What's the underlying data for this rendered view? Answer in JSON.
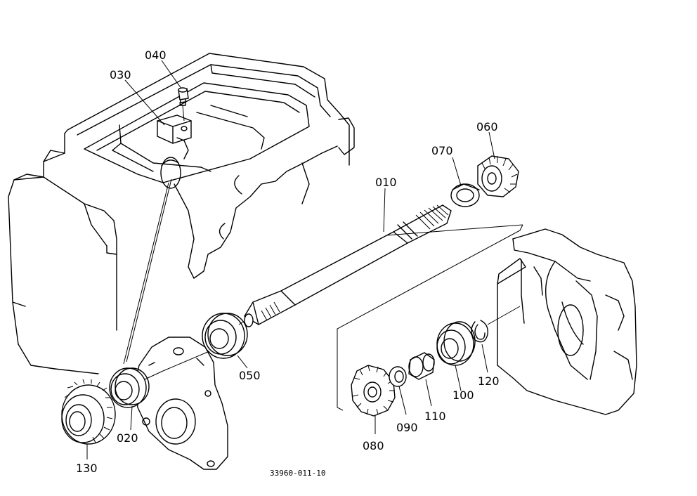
{
  "parts": [
    {
      "id": "p010",
      "label": "010",
      "name": "main-shaft"
    },
    {
      "id": "p020",
      "label": "020",
      "name": "ball-bearing-front"
    },
    {
      "id": "p030",
      "label": "030",
      "name": "bracket"
    },
    {
      "id": "p040",
      "label": "040",
      "name": "bolt"
    },
    {
      "id": "p050",
      "label": "050",
      "name": "ball-bearing-center"
    },
    {
      "id": "p060",
      "label": "060",
      "name": "bevel-pinion-gear"
    },
    {
      "id": "p070",
      "label": "070",
      "name": "collar"
    },
    {
      "id": "p080",
      "label": "080",
      "name": "spur-gear"
    },
    {
      "id": "p090",
      "label": "090",
      "name": "thrust-washer"
    },
    {
      "id": "p100",
      "label": "100",
      "name": "ball-bearing-rear"
    },
    {
      "id": "p110",
      "label": "110",
      "name": "spacer-collar"
    },
    {
      "id": "p120",
      "label": "120",
      "name": "snap-ring"
    },
    {
      "id": "p130",
      "label": "130",
      "name": "drive-gear"
    }
  ],
  "reference_code": "33960-011-10"
}
